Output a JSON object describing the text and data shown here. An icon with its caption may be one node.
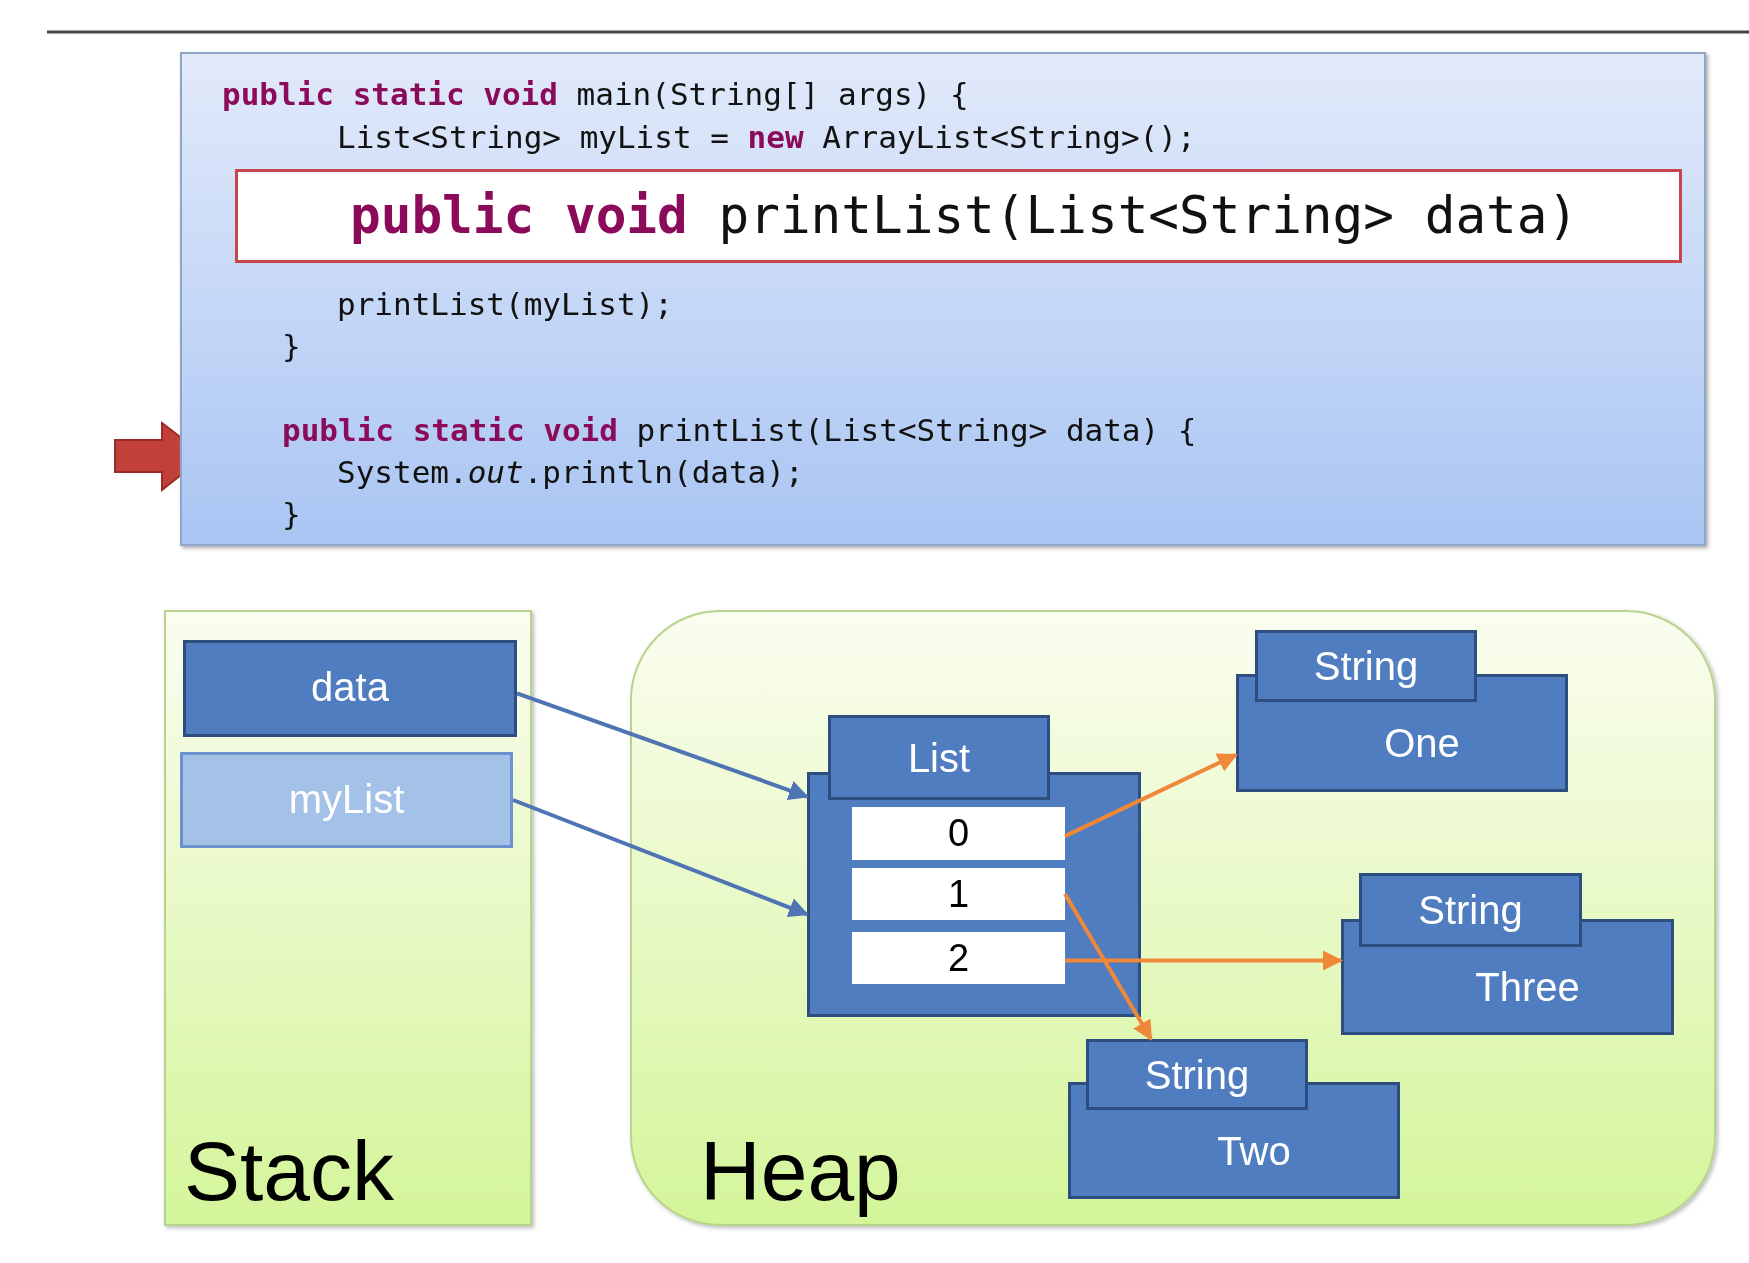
{
  "diagram": {
    "nodes": [
      {
        "text": [
          "**public static void** main(String[] args) {",
          "List<String> myList = **new** ArrayList<String>();",
          "printList(myList);",
          "}",
          "**public static void** printList(List<String> data) {",
          "System.*out*.println(data);",
          "}"
        ]
      },
      {
        "text": [
          "**public void** printList(List<String> data)"
        ],
        "in": 0
      },
      {
        "text": [
          "Stack"
        ]
      },
      {
        "text": [
          "data"
        ],
        "in": 2
      },
      {
        "text": [
          "myList"
        ],
        "in": 2
      },
      {
        "text": [
          "Heap"
        ]
      },
      {
        "text": [
          "List"
        ],
        "in": 5
      },
      {
        "text": [
          "0"
        ],
        "in": 6
      },
      {
        "text": [
          "1"
        ],
        "in": 6
      },
      {
        "text": [
          "2"
        ],
        "in": 6
      },
      {
        "text": [
          "String",
          "One"
        ],
        "in": 5
      },
      {
        "text": [
          "String",
          "Three"
        ],
        "in": 5
      },
      {
        "text": [
          "String",
          "Two"
        ],
        "in": 5
      }
    ],
    "edges": [
      {
        "from": 3,
        "to": 6,
        "arrow": "to",
        "color": "#4f74b4"
      },
      {
        "from": 4,
        "to": 6,
        "arrow": "to",
        "color": "#4f74b4"
      },
      {
        "from": 7,
        "to": 10,
        "arrow": "to"
      },
      {
        "from": 8,
        "to": 12,
        "arrow": "to"
      },
      {
        "from": 9,
        "to": 11,
        "arrow": "to"
      }
    ]
  }
}
